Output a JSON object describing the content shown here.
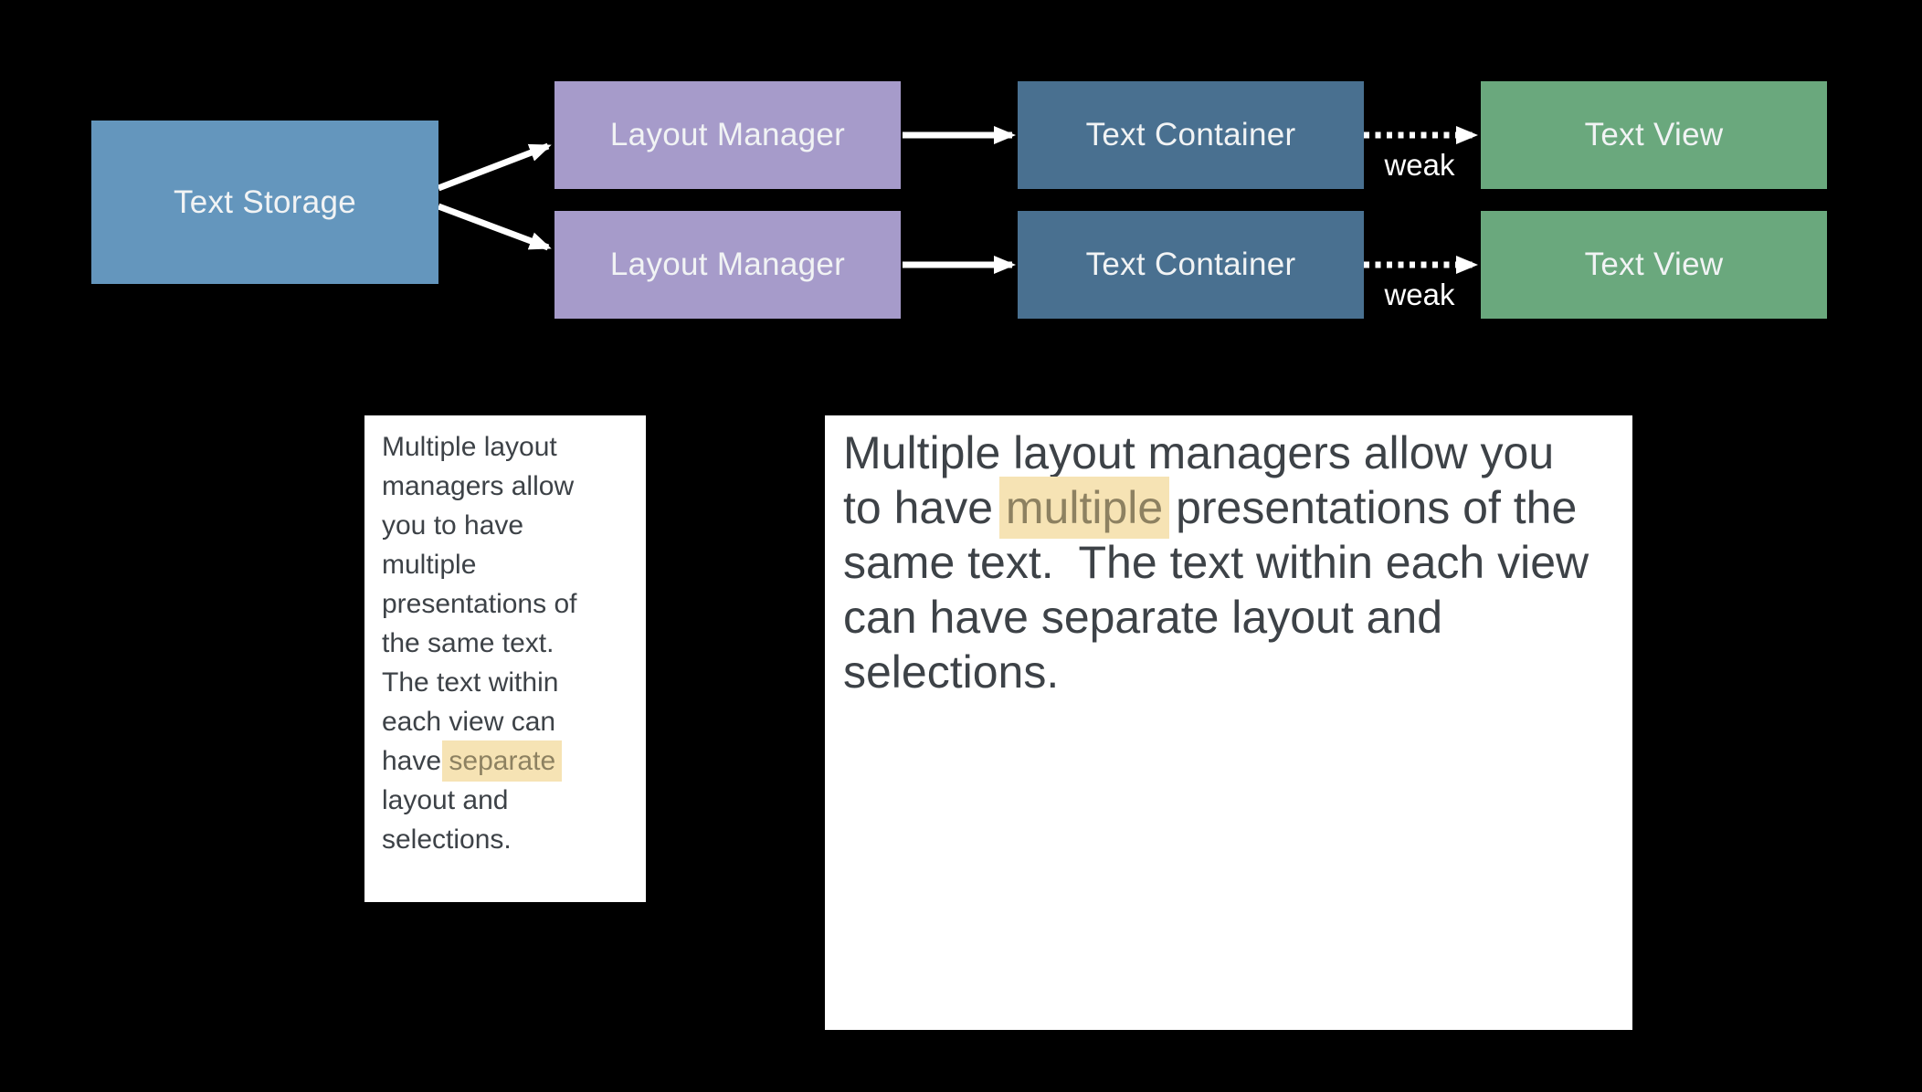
{
  "slide": {
    "background_color": "#000000",
    "description": "Text system architecture diagram with two layout manager pipelines and two rendered text views"
  },
  "palette": {
    "text_storage_fill": "#6496bd",
    "layout_manager_fill": "#a69bca",
    "text_container_fill": "#497090",
    "text_view_fill": "#6aa87d",
    "node_label_color": "#f1f3f4",
    "arrow_color": "#ffffff",
    "note_background": "#ffffff",
    "note_text_color": "#3d4247",
    "highlight_background": "#f6e3b4",
    "highlight_text_color": "#8d8161"
  },
  "diagram": {
    "nodes": {
      "text_storage": {
        "label": "Text Storage"
      },
      "layout_manager": {
        "label": "Layout Manager"
      },
      "text_container": {
        "label": "Text Container"
      },
      "text_view": {
        "label": "Text View"
      }
    },
    "weak_label": "weak",
    "connections": [
      "Text Storage -> Layout Manager (row 1)",
      "Text Storage -> Layout Manager (row 2)",
      "Layout Manager -> Text Container (row 1)",
      "Layout Manager -> Text Container (row 2)",
      "Text Container -> Text View (row 1, dotted, weak)",
      "Text Container -> Text View (row 2, dotted, weak)"
    ]
  },
  "notes": {
    "small": {
      "segments": [
        {
          "text": "Multiple layout managers allow you to have multiple presentations of the same text.  The text within each view can have ",
          "highlight": false
        },
        {
          "text": "separate",
          "highlight": true
        },
        {
          "text": " layout and selections.",
          "highlight": false
        }
      ]
    },
    "large": {
      "segments": [
        {
          "text": "Multiple layout managers allow you to have ",
          "highlight": false
        },
        {
          "text": "multiple",
          "highlight": true
        },
        {
          "text": " presentations of the same text.  The text within each view can have separate layout and selections.",
          "highlight": false
        }
      ]
    }
  }
}
